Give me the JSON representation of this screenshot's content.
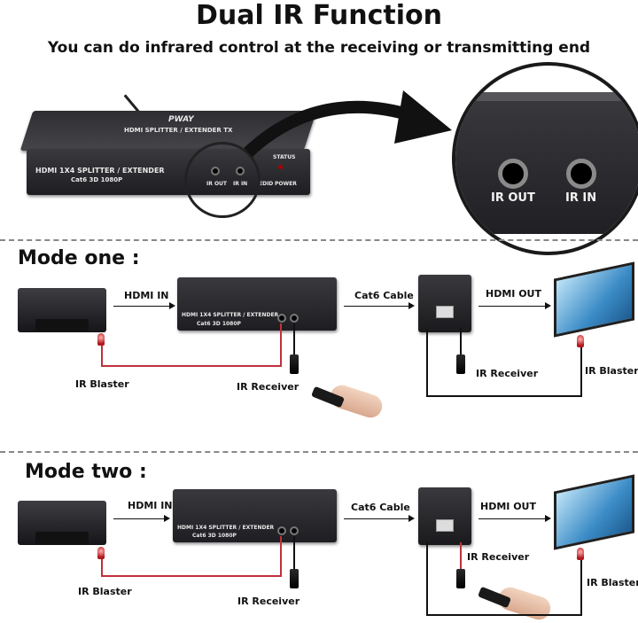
{
  "header": {
    "title": "Dual IR Function",
    "subtitle": "You can do infrared control at the receiving or transmitting end"
  },
  "hero": {
    "device_text": "HDMI 1X4 SPLITTER / EXTENDER",
    "device_sub": "Cat6  3D  1080P",
    "device_top": "HDMI SPLITTER / EXTENDER TX",
    "brand": "PWAY",
    "port_ir_out": "IR OUT",
    "port_ir_in": "IR IN",
    "port_edid": "EDID",
    "status": "STATUS",
    "power": "POWER",
    "zoom_ir_out": "IR OUT",
    "zoom_ir_in": "IR IN"
  },
  "mode_one": {
    "heading": "Mode one :",
    "hdmi_in": "HDMI IN",
    "cat6": "Cat6 Cable",
    "hdmi_out": "HDMI OUT",
    "ir_blaster_left": "IR Blaster",
    "ir_receiver_tx": "IR Receiver",
    "ir_receiver_rx": "IR Receiver",
    "ir_blaster_right": "IR Blaster"
  },
  "mode_two": {
    "heading": "Mode two :",
    "hdmi_in": "HDMI IN",
    "cat6": "Cat6 Cable",
    "hdmi_out": "HDMI OUT",
    "ir_blaster_left": "IR Blaster",
    "ir_receiver_rx": "IR Receiver",
    "ir_receiver_tx": "IR Receiver",
    "ir_blaster_right": "IR Blaster"
  },
  "colors": {
    "ir_wire": "#c0313a",
    "device": "#2b2b2f"
  }
}
